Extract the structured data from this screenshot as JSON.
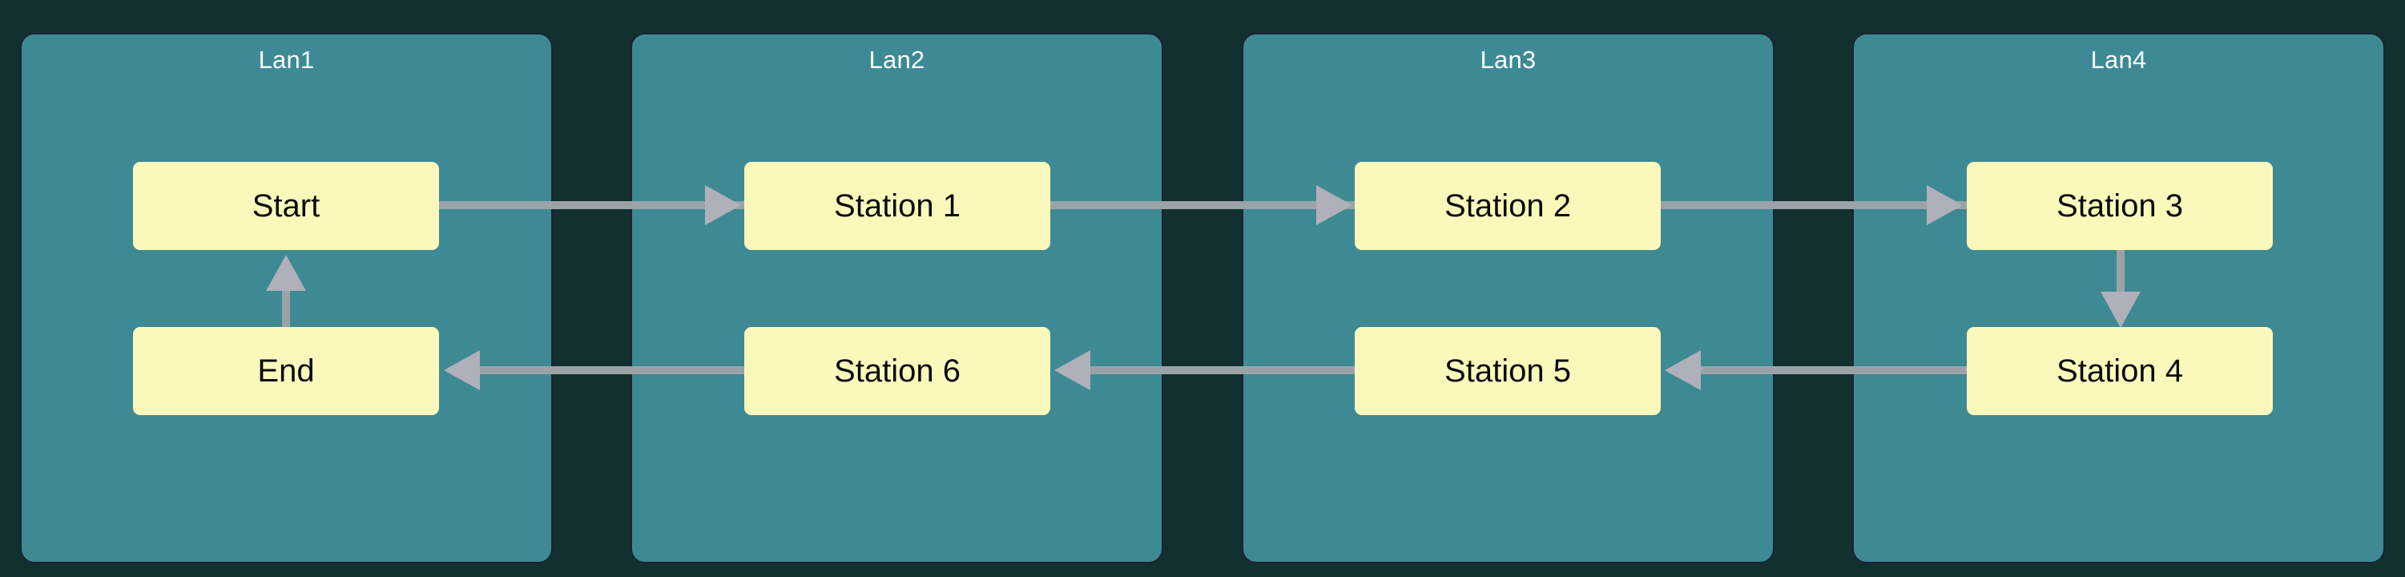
{
  "diagram": {
    "type": "swimlane-flowchart",
    "background_color": "#12302f",
    "lane_color": "#3d8a94",
    "node_color": "#fbf8bb",
    "node_text_color": "#0a0a0a",
    "edge_color": "#9ba3a8",
    "arrowhead_color": "#b0b0ba",
    "lane_label_color": "#ffffff",
    "lanes": [
      {
        "id": "lan1",
        "label": "Lan1",
        "nodes": [
          {
            "id": "start",
            "label": "Start",
            "row": "top"
          },
          {
            "id": "end",
            "label": "End",
            "row": "bottom"
          }
        ]
      },
      {
        "id": "lan2",
        "label": "Lan2",
        "nodes": [
          {
            "id": "station1",
            "label": "Station 1",
            "row": "top"
          },
          {
            "id": "station6",
            "label": "Station 6",
            "row": "bottom"
          }
        ]
      },
      {
        "id": "lan3",
        "label": "Lan3",
        "nodes": [
          {
            "id": "station2",
            "label": "Station 2",
            "row": "top"
          },
          {
            "id": "station5",
            "label": "Station 5",
            "row": "bottom"
          }
        ]
      },
      {
        "id": "lan4",
        "label": "Lan4",
        "nodes": [
          {
            "id": "station3",
            "label": "Station 3",
            "row": "top"
          },
          {
            "id": "station4",
            "label": "Station 4",
            "row": "bottom"
          }
        ]
      }
    ],
    "edges": [
      {
        "from": "start",
        "to": "station1",
        "direction": "right"
      },
      {
        "from": "station1",
        "to": "station2",
        "direction": "right"
      },
      {
        "from": "station2",
        "to": "station3",
        "direction": "right"
      },
      {
        "from": "station3",
        "to": "station4",
        "direction": "down"
      },
      {
        "from": "station4",
        "to": "station5",
        "direction": "left"
      },
      {
        "from": "station5",
        "to": "station6",
        "direction": "left"
      },
      {
        "from": "station6",
        "to": "end",
        "direction": "left"
      },
      {
        "from": "end",
        "to": "start",
        "direction": "up"
      }
    ]
  }
}
